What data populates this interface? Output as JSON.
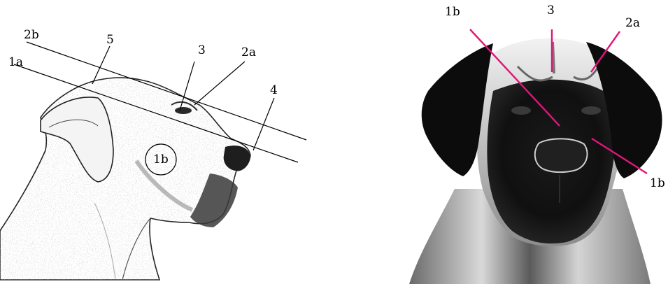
{
  "left_panel": {
    "labels": {
      "l2b": "2b",
      "l1a": "1a",
      "l5": "5",
      "l3": "3",
      "l2a": "2a",
      "l4": "4",
      "l1b": "1b"
    },
    "line_color": "#000000"
  },
  "right_panel": {
    "labels": {
      "l1b_top": "1b",
      "l3": "3",
      "l2a": "2a",
      "l1b_bottom": "1b"
    },
    "line_color": "#e0157a"
  }
}
